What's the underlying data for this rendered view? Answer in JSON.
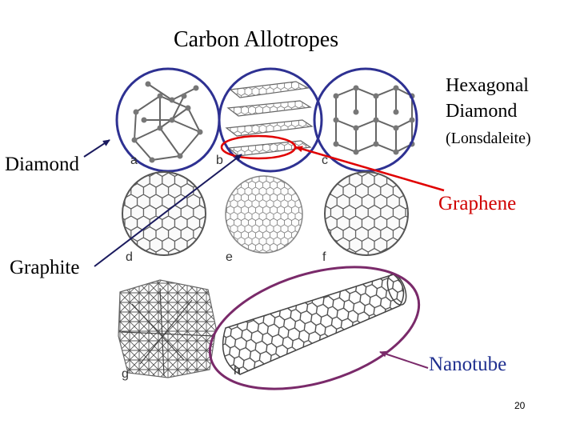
{
  "title": "Carbon Allotropes",
  "labels": {
    "hexagonal_line1": "Hexagonal",
    "hexagonal_line2": "Diamond",
    "lonsdaleite": "(Lonsdaleite)",
    "diamond": "Diamond",
    "graphene": "Graphene",
    "graphite": "Graphite",
    "nanotube": "Nanotube"
  },
  "panel_letters": [
    "a",
    "b",
    "c",
    "d",
    "e",
    "f",
    "g",
    "h"
  ],
  "page_number": "20",
  "colors": {
    "circle_navy": "#2e3192",
    "graphene_red": "#e00000",
    "graphene_text": "#d00000",
    "nanotube_purple": "#7a2a6a",
    "nanotube_text": "#1f2f8f",
    "arrow_dark": "#1a1a5e"
  }
}
